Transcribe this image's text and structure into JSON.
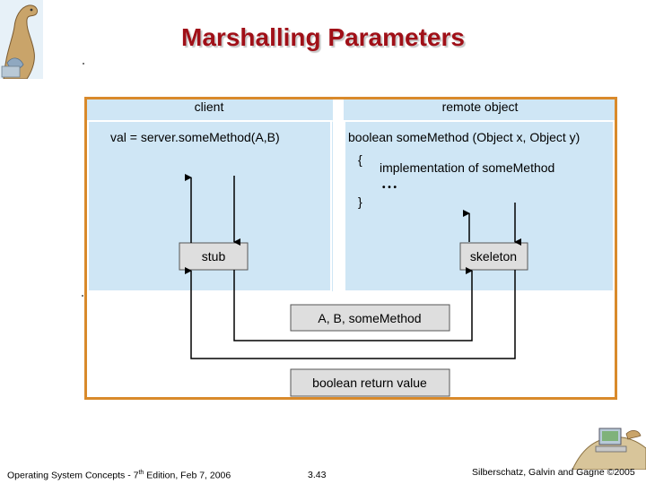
{
  "slide": {
    "title": "Marshalling Parameters"
  },
  "diagram": {
    "client_label": "client",
    "remote_label": "remote object",
    "client_call": "val = server.someMethod(A,B)",
    "remote_signature": "boolean someMethod (Object x, Object y)",
    "open_brace": "{",
    "implementation": "implementation of someMethod",
    "ellipsis": "• • •",
    "close_brace": "}",
    "stub_label": "stub",
    "skeleton_label": "skeleton",
    "message_label": "A, B, someMethod",
    "return_label": "boolean return value"
  },
  "footer": {
    "book": "Operating System Concepts - 7",
    "superscript": "th",
    "edition": " Edition, Feb 7, 2006",
    "page": "3.43",
    "copyright": "Silberschatz, Galvin and Gagne ©2005"
  },
  "colors": {
    "title": "#a01018",
    "frame": "#d98a2b",
    "panel": "#cfe6f5",
    "box": "#dedede"
  }
}
